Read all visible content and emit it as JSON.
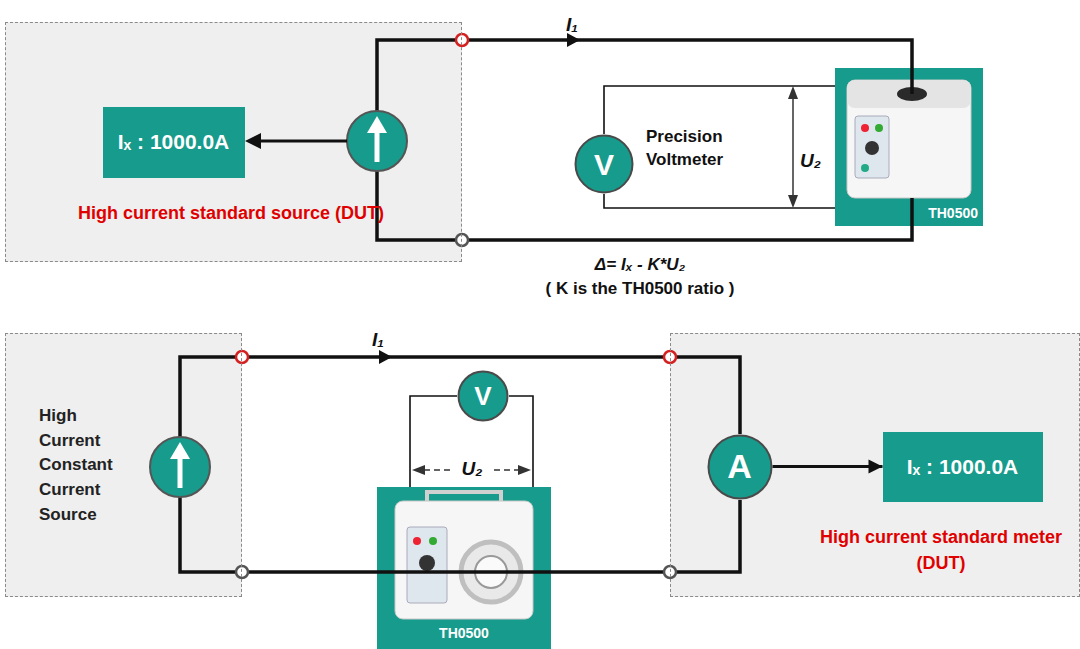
{
  "diagram": {
    "nodes": [
      {
        "text": [
          "High current standard source (DUT)"
        ]
      },
      {
        "text": [
          "Iₓ : 1000.0A"
        ],
        "in": 0
      },
      {
        "text": [
          "V"
        ]
      },
      {
        "text": [
          "TH0500"
        ]
      },
      {
        "text": [
          "High Current Constant Current Source"
        ]
      },
      {
        "text": [
          "High current standard meter (DUT)"
        ]
      },
      {
        "text": [
          "A"
        ],
        "in": 5
      },
      {
        "text": [
          "Iₓ : 1000.0A"
        ],
        "in": 5
      },
      {
        "text": [
          "TH0500"
        ]
      },
      {
        "text": [
          "V"
        ]
      }
    ],
    "edges": [
      {
        "from": 0,
        "to": 3,
        "arrow": "to",
        "label": "I₁"
      },
      {
        "from": 3,
        "to": 0,
        "arrow": "none"
      },
      {
        "from": 2,
        "to": 3,
        "arrow": "none"
      },
      {
        "from": 4,
        "to": 5,
        "arrow": "to",
        "label": "I₁"
      },
      {
        "from": 4,
        "to": 8,
        "arrow": "none"
      },
      {
        "from": 8,
        "to": 5,
        "arrow": "none"
      },
      {
        "from": 9,
        "to": 8,
        "arrow": "none"
      },
      {
        "from": 6,
        "to": 7,
        "arrow": "to"
      }
    ],
    "labels": [
      "Precision Voltmeter",
      "U₂",
      "Δ= Iₓ - K*U₂",
      "( K is the TH0500 ratio )",
      "U₂"
    ]
  }
}
